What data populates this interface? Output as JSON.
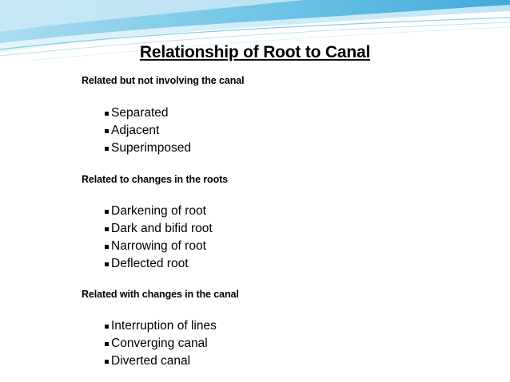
{
  "slide": {
    "title": "Relationship of Root to Canal",
    "accent_color": "#3aa7d6",
    "sections": [
      {
        "heading": "Related but not involving the canal",
        "items": [
          "Separated",
          "Adjacent",
          "Superimposed"
        ]
      },
      {
        "heading": "Related to changes in the roots",
        "items": [
          "Darkening of root",
          "Dark and bifid root",
          "Narrowing of root",
          "Deflected root"
        ]
      },
      {
        "heading": "Related with changes in the canal",
        "items": [
          "Interruption of lines",
          "Converging canal",
          "Diverted canal"
        ]
      }
    ]
  }
}
